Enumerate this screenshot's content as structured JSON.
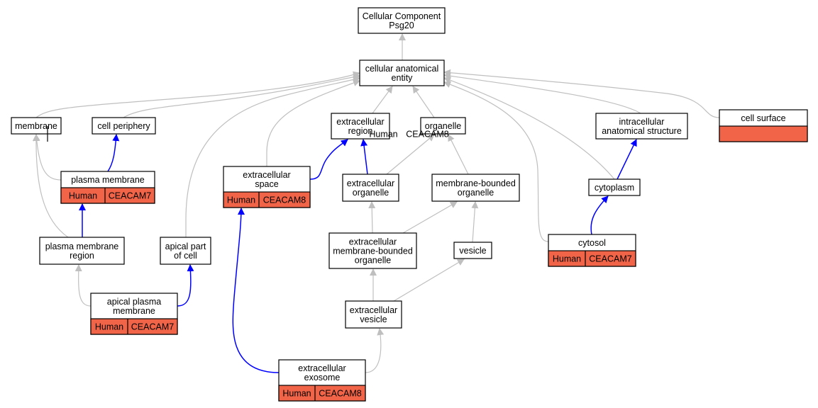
{
  "colors": {
    "background": "#ffffff",
    "node_border": "#000000",
    "annotation_fill": "#f26448",
    "edge_gray": "#bfbfbf",
    "edge_blue": "#0000ff"
  },
  "nodes": [
    {
      "id": "root",
      "lines": [
        "Cellular Component",
        "Psg20"
      ]
    },
    {
      "id": "cae",
      "lines": [
        "cellular anatomical",
        "entity"
      ]
    },
    {
      "id": "membrane",
      "lines": [
        "membrane"
      ]
    },
    {
      "id": "periphery",
      "lines": [
        "cell periphery"
      ]
    },
    {
      "id": "exreg",
      "lines": [
        "extracellular",
        "region"
      ]
    },
    {
      "id": "organelle",
      "lines": [
        "organelle"
      ]
    },
    {
      "id": "intra",
      "lines": [
        "intracellular",
        "anatomical structure"
      ]
    },
    {
      "id": "surface",
      "lines": [
        "cell surface"
      ],
      "annotation": [
        "Human",
        "CEACAM8"
      ]
    },
    {
      "id": "pm",
      "lines": [
        "plasma membrane"
      ],
      "annotation": [
        "Human",
        "CEACAM7"
      ]
    },
    {
      "id": "exspace",
      "lines": [
        "extracellular",
        "space"
      ],
      "annotation": [
        "Human",
        "CEACAM8"
      ]
    },
    {
      "id": "exorg",
      "lines": [
        "extracellular",
        "organelle"
      ]
    },
    {
      "id": "mbo",
      "lines": [
        "membrane-bounded",
        "organelle"
      ]
    },
    {
      "id": "cytoplasm",
      "lines": [
        "cytoplasm"
      ]
    },
    {
      "id": "pmr",
      "lines": [
        "plasma membrane",
        "region"
      ]
    },
    {
      "id": "apical",
      "lines": [
        "apical part",
        "of cell"
      ]
    },
    {
      "id": "exmbo",
      "lines": [
        "extracellular",
        "membrane-bounded",
        "organelle"
      ]
    },
    {
      "id": "vesicle",
      "lines": [
        "vesicle"
      ]
    },
    {
      "id": "cytosol",
      "lines": [
        "cytosol"
      ],
      "annotation": [
        "Human",
        "CEACAM7"
      ]
    },
    {
      "id": "apm",
      "lines": [
        "apical plasma",
        "membrane"
      ],
      "annotation": [
        "Human",
        "CEACAM7"
      ]
    },
    {
      "id": "exves",
      "lines": [
        "extracellular",
        "vesicle"
      ]
    },
    {
      "id": "exosome",
      "lines": [
        "extracellular",
        "exosome"
      ],
      "annotation": [
        "Human",
        "CEACAM8"
      ]
    }
  ],
  "edges": [
    {
      "from": "cae",
      "to": "root",
      "type": "gray"
    },
    {
      "from": "membrane",
      "to": "cae",
      "type": "gray"
    },
    {
      "from": "periphery",
      "to": "cae",
      "type": "gray"
    },
    {
      "from": "exreg",
      "to": "cae",
      "type": "gray"
    },
    {
      "from": "organelle",
      "to": "cae",
      "type": "gray"
    },
    {
      "from": "intra",
      "to": "cae",
      "type": "gray"
    },
    {
      "from": "surface",
      "to": "cae",
      "type": "gray"
    },
    {
      "from": "apical",
      "to": "cae",
      "type": "gray"
    },
    {
      "from": "exspace",
      "to": "cae",
      "type": "gray"
    },
    {
      "from": "cytosol",
      "to": "cae",
      "type": "gray"
    },
    {
      "from": "cytoplasm",
      "to": "cae",
      "type": "gray"
    },
    {
      "from": "pm",
      "to": "membrane",
      "type": "gray"
    },
    {
      "from": "pmr",
      "to": "membrane",
      "type": "gray"
    },
    {
      "from": "pm",
      "to": "periphery",
      "type": "blue"
    },
    {
      "from": "pmr",
      "to": "pm",
      "type": "blue"
    },
    {
      "from": "apm",
      "to": "pmr",
      "type": "gray"
    },
    {
      "from": "apm",
      "to": "apical",
      "type": "blue"
    },
    {
      "from": "exspace",
      "to": "exreg",
      "type": "blue"
    },
    {
      "from": "exorg",
      "to": "exreg",
      "type": "blue"
    },
    {
      "from": "exorg",
      "to": "organelle",
      "type": "gray"
    },
    {
      "from": "mbo",
      "to": "organelle",
      "type": "gray"
    },
    {
      "from": "exmbo",
      "to": "exorg",
      "type": "gray"
    },
    {
      "from": "exmbo",
      "to": "mbo",
      "type": "gray"
    },
    {
      "from": "vesicle",
      "to": "mbo",
      "type": "gray"
    },
    {
      "from": "exves",
      "to": "exmbo",
      "type": "gray"
    },
    {
      "from": "exves",
      "to": "vesicle",
      "type": "gray"
    },
    {
      "from": "exosome",
      "to": "exves",
      "type": "gray"
    },
    {
      "from": "exosome",
      "to": "exspace",
      "type": "blue"
    },
    {
      "from": "cytoplasm",
      "to": "intra",
      "type": "blue"
    },
    {
      "from": "cytosol",
      "to": "cytoplasm",
      "type": "blue"
    }
  ]
}
